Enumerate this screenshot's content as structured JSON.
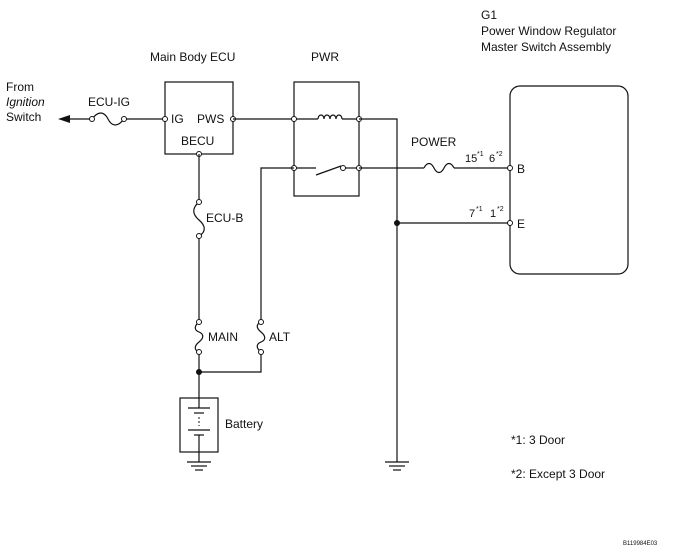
{
  "diagram": {
    "from_line1": "From",
    "from_line2": "Ignition",
    "from_line3": "Switch",
    "ecu_ig": "ECU-IG",
    "main_body_ecu": "Main Body ECU",
    "ig": "IG",
    "pws": "PWS",
    "becu": "BECU",
    "pwr": "PWR",
    "ecu_b": "ECU-B",
    "main": "MAIN",
    "alt": "ALT",
    "battery": "Battery",
    "power": "POWER",
    "g1": "G1",
    "assembly_line1": "Power Window Regulator",
    "assembly_line2": "Master Switch Assembly",
    "pin_b_3door": "15",
    "pin_b_3door_mark": "*1",
    "pin_b_other": "6",
    "pin_b_other_mark": "*2",
    "pin_b": "B",
    "pin_e_3door": "7",
    "pin_e_3door_mark": "*1",
    "pin_e_other": "1",
    "pin_e_other_mark": "*2",
    "pin_e": "E",
    "note1": "*1: 3 Door",
    "note2": "*2: Except 3 Door",
    "code": "B119984E03"
  }
}
